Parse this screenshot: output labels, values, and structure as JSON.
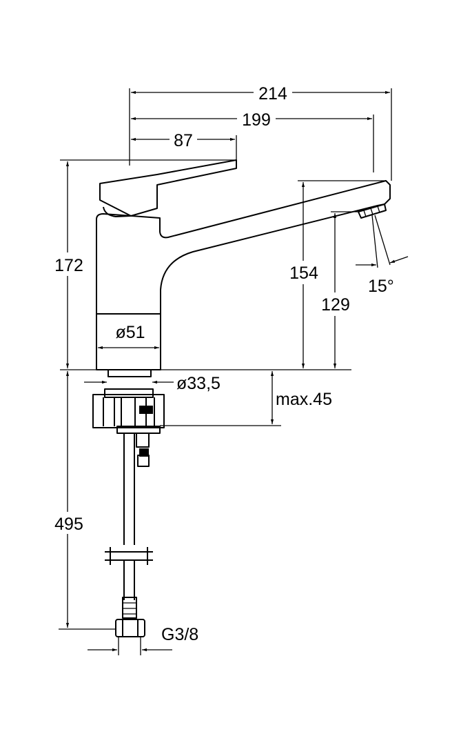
{
  "dimensions": {
    "overall_length": "214",
    "spout_reach": "199",
    "lever_offset": "87",
    "total_height": "172",
    "spout_height": "154",
    "outlet_height": "129",
    "outlet_angle": "15°",
    "body_diameter": "ø51",
    "hole_diameter": "ø33,5",
    "max_deck_thickness": "max.45",
    "hose_length": "495",
    "connection_thread": "G3/8"
  },
  "colors": {
    "line": "#000000",
    "background": "#ffffff"
  }
}
